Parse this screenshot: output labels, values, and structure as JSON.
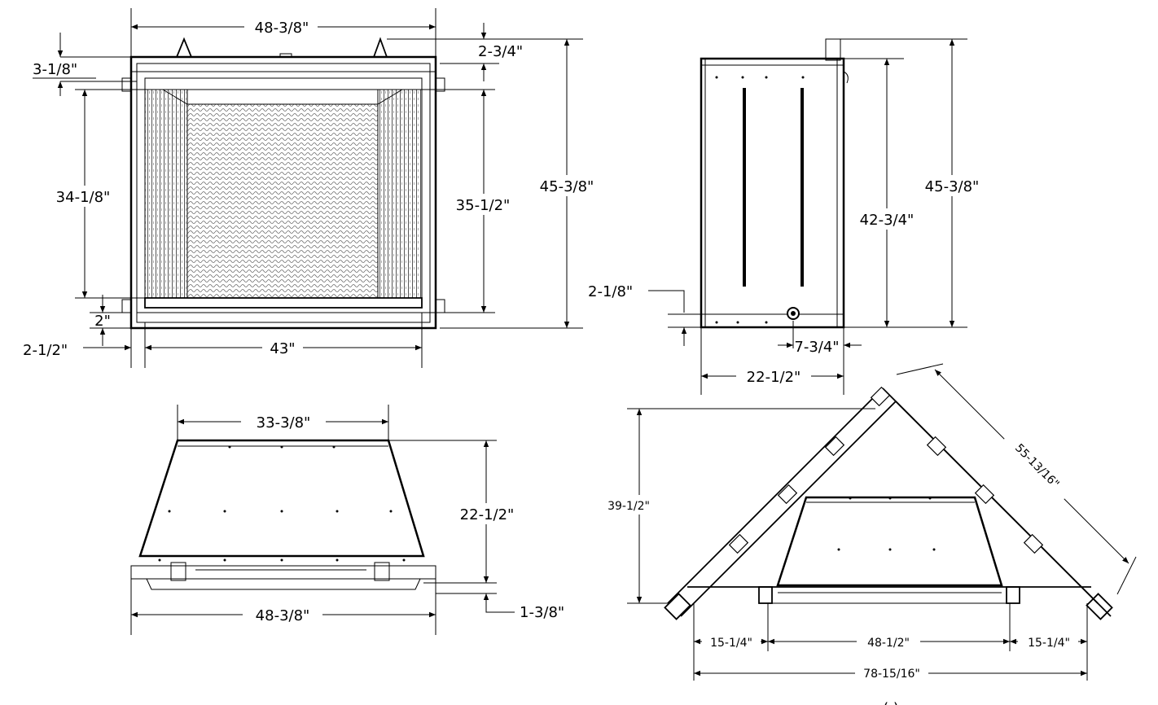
{
  "front_view": {
    "overall_width": "48-3/8\"",
    "top_offset": "2-3/4\"",
    "top_left_offset": "3-1/8\"",
    "opening_height_left": "34-1/8\"",
    "opening_height_right": "35-1/2\"",
    "overall_height": "45-3/8\"",
    "bottom_offset": "2\"",
    "side_offset": "2-1/2\"",
    "opening_width": "43\""
  },
  "side_view": {
    "overall_height": "45-3/8\"",
    "body_height": "42-3/4\"",
    "base_offset": "2-1/8\"",
    "gas_inlet_offset": "7-3/4\"",
    "depth": "22-1/2\""
  },
  "top_view": {
    "back_width": "33-3/8\"",
    "depth": "22-1/2\"",
    "front_width": "48-3/8\"",
    "front_offset": "1-3/8\""
  },
  "corner_view": {
    "height": "39-1/2\"",
    "diagonal": "55-13/16\"",
    "left_side": "15-1/4\"",
    "center_width": "48-1/2\"",
    "right_side": "15-1/4\"",
    "overall_width": "78-15/16\"",
    "cut_off_label": "(                )"
  }
}
